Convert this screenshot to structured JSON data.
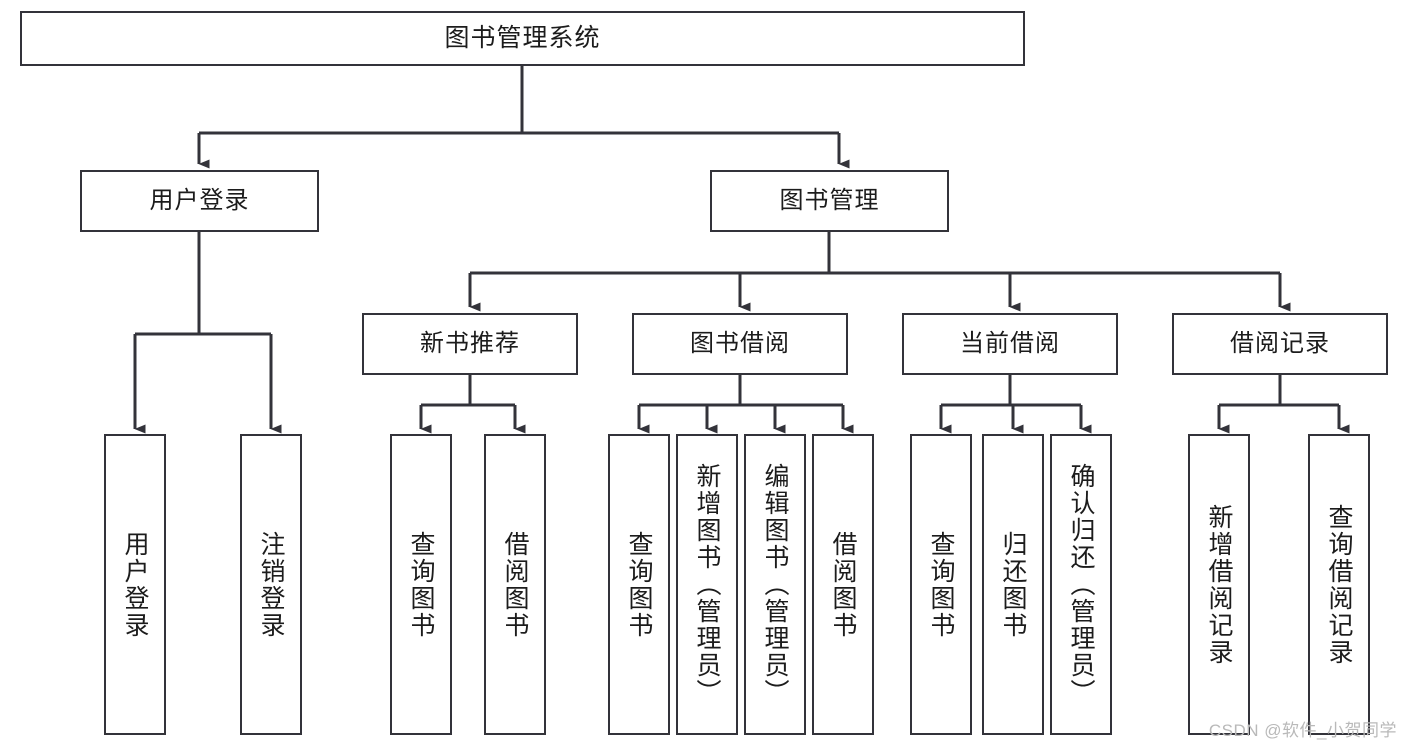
{
  "diagram": {
    "title": "图书管理系统",
    "type": "tree-hierarchy-chart",
    "orientation": "top-down",
    "colors": {
      "box_border": "#33333a",
      "box_fill": "#ffffff",
      "connector": "#33333a",
      "text": "#1c1c1c",
      "watermark": "#b9b9b9",
      "background": "#ffffff"
    }
  },
  "root": {
    "label": "图书管理系统"
  },
  "level2": [
    {
      "label": "用户登录"
    },
    {
      "label": "图书管理"
    }
  ],
  "level3": [
    {
      "label": "新书推荐"
    },
    {
      "label": "图书借阅"
    },
    {
      "label": "当前借阅"
    },
    {
      "label": "借阅记录"
    }
  ],
  "leaves": {
    "user_login": [
      {
        "label": "用户登录"
      },
      {
        "label": "注销登录"
      }
    ],
    "new_book_recommend": [
      {
        "label": "查询图书"
      },
      {
        "label": "借阅图书"
      }
    ],
    "book_borrow": [
      {
        "label": "查询图书"
      },
      {
        "label": "新增图书（管理员）"
      },
      {
        "label": "编辑图书（管理员）"
      },
      {
        "label": "借阅图书"
      }
    ],
    "current_borrow": [
      {
        "label": "查询图书"
      },
      {
        "label": "归还图书"
      },
      {
        "label": "确认归还（管理员）"
      }
    ],
    "borrow_record": [
      {
        "label": "新增借阅记录"
      },
      {
        "label": "查询借阅记录"
      }
    ]
  },
  "watermark": {
    "text": "CSDN @软件_小贺同学"
  }
}
